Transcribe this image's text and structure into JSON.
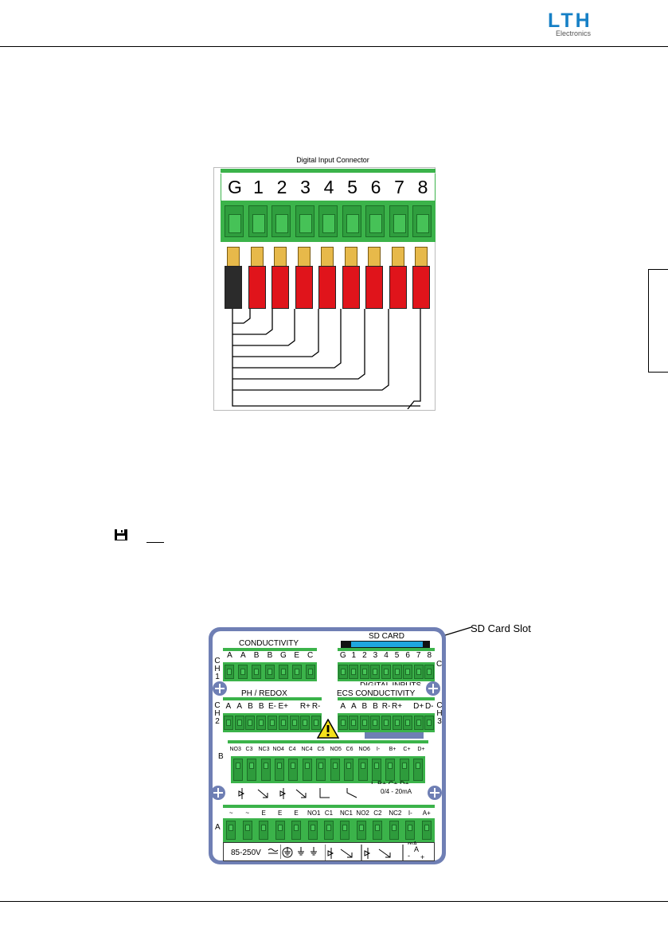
{
  "header": {
    "logo_text": "LTH",
    "logo_subtext": "Electronics"
  },
  "figure1": {
    "caption": "Digital Input Connector",
    "pins": [
      "G",
      "1",
      "2",
      "3",
      "4",
      "5",
      "6",
      "7",
      "8"
    ]
  },
  "colors": {
    "connector_green": "#3bb34a",
    "wire_black": "#2b2b2b",
    "wire_red": "#e0141b",
    "wire_tip_gold": "#e7b94a",
    "panel_blue": "#6f7fb4",
    "sd_card_blue": "#1fa6de"
  },
  "icons": {
    "save": "floppy-disk-icon",
    "warning": "warning-triangle-icon",
    "screw": "screw-icon",
    "ground": "ground-icon"
  },
  "figure2": {
    "callout": "SD Card Slot",
    "conductivity": {
      "title": "CONDUCTIVITY",
      "ch": [
        "C",
        "H",
        "1"
      ],
      "letters": [
        "A",
        "A",
        "B",
        "B",
        "G",
        "E",
        "C"
      ]
    },
    "sd": {
      "title": "SD CARD",
      "letters": [
        "G",
        "1",
        "2",
        "3",
        "4",
        "5",
        "6",
        "7",
        "8"
      ],
      "right_label": "C",
      "below_label": "DIGITAL INPUTS"
    },
    "ph": {
      "title": "PH / REDOX",
      "ch": [
        "C",
        "H",
        "2"
      ],
      "letters": [
        "A",
        "A",
        "B",
        "B",
        "E-",
        "E+",
        "",
        "R+",
        "R-"
      ]
    },
    "ecs": {
      "title": "ECS CONDUCTIVITY",
      "ch": [
        "C",
        "H",
        "3"
      ],
      "letters": [
        "A",
        "A",
        "B",
        "B",
        "R-",
        "R+",
        "",
        "D+",
        "D-"
      ]
    },
    "row_b": {
      "label": "B",
      "letters": [
        "NO3",
        "C3",
        "NC3",
        "NO4",
        "C4",
        "NC4",
        "C5",
        "NO5",
        "C6",
        "NO6",
        "I-",
        "B+",
        "C+",
        "D+"
      ],
      "below": "I-  B+ C+ D+",
      "range": "0/4 - 20mA"
    },
    "row_a": {
      "label": "A",
      "letters": [
        "~",
        "~",
        "E",
        "E",
        "E",
        "NO1",
        "C1",
        "NC1",
        "NO2",
        "C2",
        "NC2",
        "I-",
        "A+"
      ],
      "voltage": "85-250V",
      "ma_label": "mA",
      "a_label": "A",
      "minus": "-",
      "plus": "+"
    }
  }
}
